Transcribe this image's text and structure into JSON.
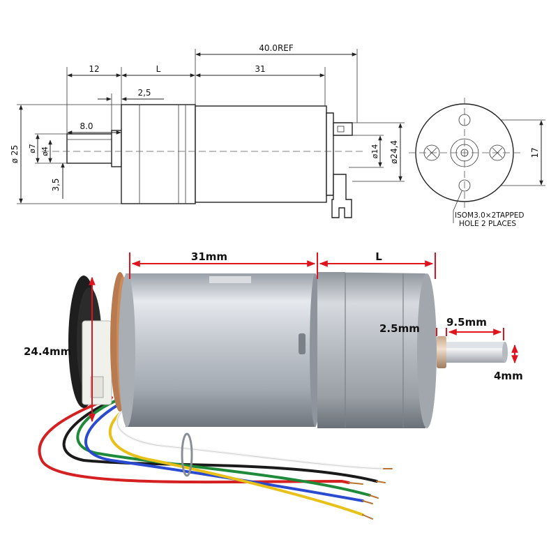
{
  "technical_drawing": {
    "dim_12": "12",
    "dim_L": "L",
    "dim_40ref": "40.0REF",
    "dim_31": "31",
    "dim_2_5": "2,5",
    "dim_8_0": "8.0",
    "dim_phi25": "ø 25",
    "dim_phi7": "ø7",
    "dim_phi4": "ø4",
    "dim_3_5": "3,5",
    "dim_phi14": "ø14",
    "dim_phi24_4": "ø24,4",
    "dim_17": "17",
    "note_line1": "ISOM3.0×2TAPPED",
    "note_line2": "HOLE 2 PLACES"
  },
  "photo_labels": {
    "length_31": "31mm",
    "length_L": "L",
    "diameter": "24.4mm",
    "shaft_length": "9.5mm",
    "collar": "2.5mm",
    "shaft_diameter": "4mm"
  },
  "colors": {
    "dimension_arrows": "#e0141e",
    "wire_red": "#d42020",
    "wire_black": "#1a1a1a",
    "wire_green": "#1f8a3a",
    "wire_blue": "#2a4ad0",
    "wire_yellow": "#e8c018",
    "wire_white": "#f4f4f4"
  }
}
